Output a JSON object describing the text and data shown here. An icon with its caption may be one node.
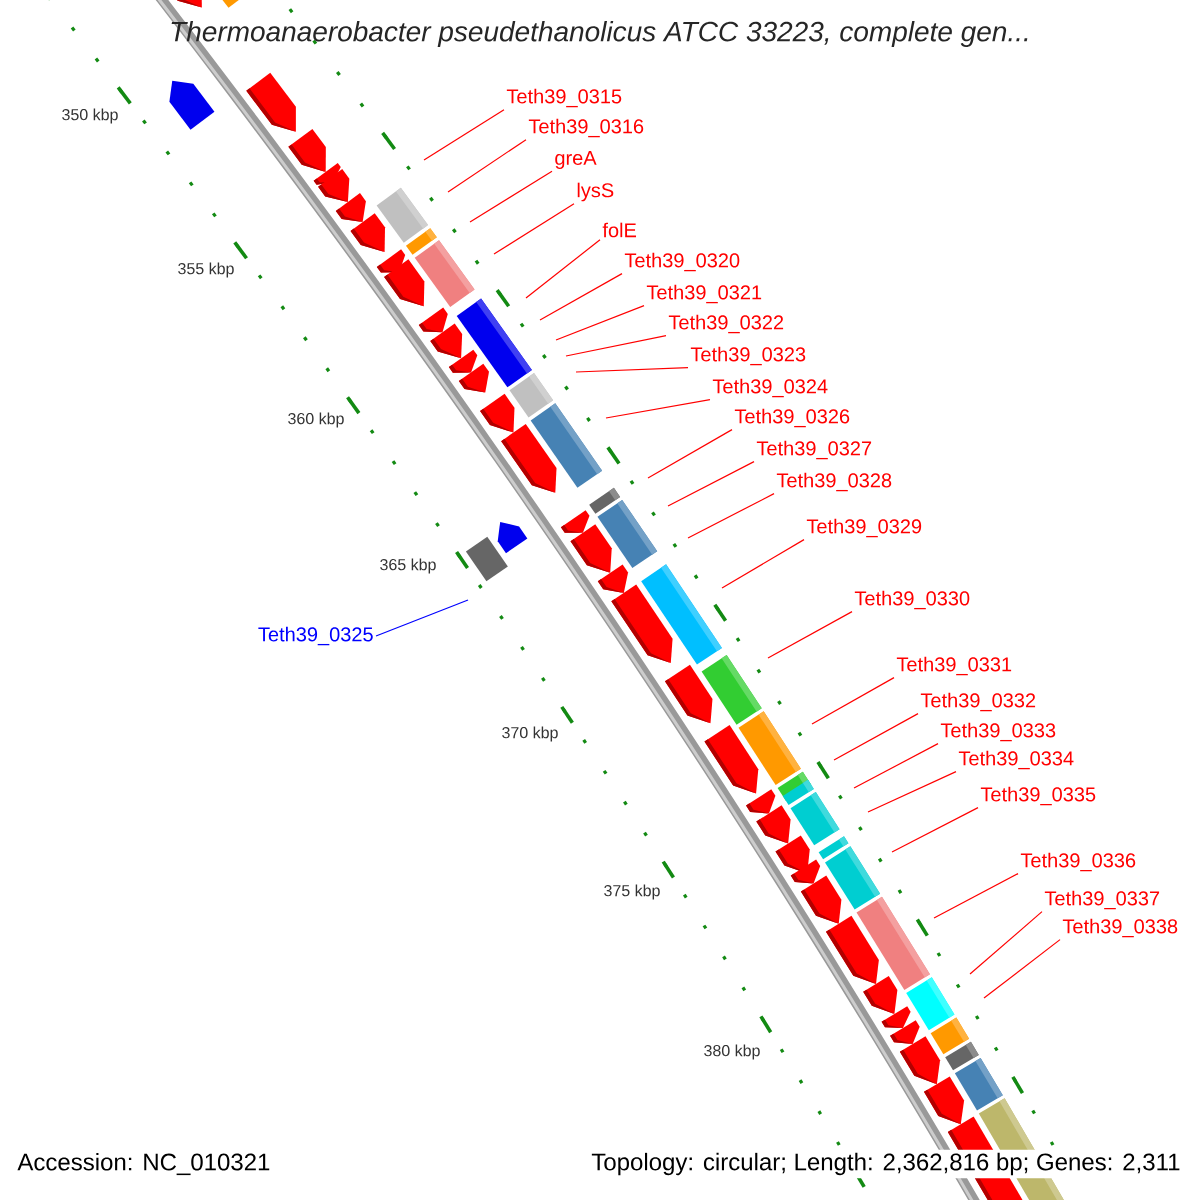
{
  "diagram": {
    "title": "Thermoanaerobacter pseudethanolicus ATCC 33223, complete gen...",
    "nodes": [
      {
        "text": [
          "Teth39_0315"
        ]
      },
      {
        "text": [
          "Teth39_0316"
        ]
      },
      {
        "text": [
          "greA"
        ]
      },
      {
        "text": [
          "lysS"
        ]
      },
      {
        "text": [
          "folE"
        ]
      },
      {
        "text": [
          "Teth39_0320"
        ]
      },
      {
        "text": [
          "Teth39_0321"
        ]
      },
      {
        "text": [
          "Teth39_0322"
        ]
      },
      {
        "text": [
          "Teth39_0323"
        ]
      },
      {
        "text": [
          "Teth39_0324"
        ]
      },
      {
        "text": [
          "Teth39_0326"
        ]
      },
      {
        "text": [
          "Teth39_0327"
        ]
      },
      {
        "text": [
          "Teth39_0328"
        ]
      },
      {
        "text": [
          "Teth39_0329"
        ]
      },
      {
        "text": [
          "Teth39_0330"
        ]
      },
      {
        "text": [
          "Teth39_0325"
        ]
      },
      {
        "text": [
          "Teth39_0331"
        ]
      },
      {
        "text": [
          "Teth39_0332"
        ]
      },
      {
        "text": [
          "Teth39_0333"
        ]
      },
      {
        "text": [
          "Teth39_0334"
        ]
      },
      {
        "text": [
          "Teth39_0335"
        ]
      },
      {
        "text": [
          "Teth39_0336"
        ]
      },
      {
        "text": [
          "Teth39_0337"
        ]
      },
      {
        "text": [
          "Teth39_0338"
        ]
      }
    ],
    "edges": [
      {
        "from": 0,
        "to": null,
        "arrow": "none"
      },
      {
        "from": 1,
        "to": null,
        "arrow": "none"
      },
      {
        "from": 2,
        "to": null,
        "arrow": "none"
      },
      {
        "from": 3,
        "to": null,
        "arrow": "none"
      },
      {
        "from": 4,
        "to": null,
        "arrow": "none"
      },
      {
        "from": 5,
        "to": null,
        "arrow": "none"
      },
      {
        "from": 6,
        "to": null,
        "arrow": "none"
      },
      {
        "from": 7,
        "to": null,
        "arrow": "none"
      },
      {
        "from": 8,
        "to": null,
        "arrow": "none"
      },
      {
        "from": 9,
        "to": null,
        "arrow": "none"
      },
      {
        "from": 10,
        "to": null,
        "arrow": "none"
      },
      {
        "from": 11,
        "to": null,
        "arrow": "none"
      },
      {
        "from": 12,
        "to": null,
        "arrow": "none"
      },
      {
        "from": 13,
        "to": null,
        "arrow": "none"
      },
      {
        "from": 14,
        "to": null,
        "arrow": "none"
      },
      {
        "from": 15,
        "to": null,
        "arrow": "none",
        "color": "#0000ff"
      },
      {
        "from": 16,
        "to": null,
        "arrow": "none"
      },
      {
        "from": 17,
        "to": null,
        "arrow": "none"
      },
      {
        "from": 18,
        "to": null,
        "arrow": "none"
      },
      {
        "from": 19,
        "to": null,
        "arrow": "none"
      },
      {
        "from": 20,
        "to": null,
        "arrow": "none"
      },
      {
        "from": 21,
        "to": null,
        "arrow": "none"
      },
      {
        "from": 22,
        "to": null,
        "arrow": "none"
      },
      {
        "from": 23,
        "to": null,
        "arrow": "none"
      }
    ],
    "labels": [
      "350 kbp",
      "355 kbp",
      "360 kbp",
      "365 kbp",
      "370 kbp",
      "375 kbp",
      "380 kbp",
      "Accession: NC_010321",
      "Topology: circular; Length: 2,362,816 bp; Genes: 2,311"
    ]
  }
}
